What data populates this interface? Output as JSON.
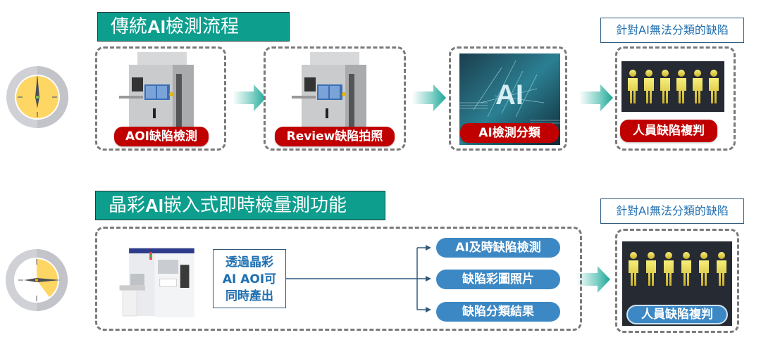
{
  "traditional": {
    "title_prefix": "傳統",
    "title_bold": "AI",
    "title_suffix": "檢測流程",
    "clock": {
      "icon": "clock-icon",
      "elapsed_fraction": 1.0,
      "face_color": "#fdd663"
    },
    "steps": [
      {
        "label": "AOI缺陷檢測",
        "image": "aoi-machine"
      },
      {
        "label": "Review缺陷拍照",
        "image": "review-machine"
      },
      {
        "label": "AI檢測分類",
        "image": "ai-chip"
      },
      {
        "label": "人員缺陷複判",
        "image": "people-group"
      }
    ],
    "note": "針對AI無法分類的缺陷"
  },
  "embedded": {
    "title_prefix": "晶彩",
    "title_bold": "AI",
    "title_suffix": "嵌入式即時檢量測功能",
    "clock": {
      "icon": "clock-icon",
      "elapsed_fraction": 0.42,
      "face_color": "#fdd663"
    },
    "source_text": [
      "透過晶彩",
      "AI AOI可",
      "同時產出"
    ],
    "outputs": [
      "AI及時缺陷檢測",
      "缺陷彩圖照片",
      "缺陷分類結果"
    ],
    "review_label": "人員缺陷複判",
    "note": "針對AI無法分類的缺陷"
  },
  "colors": {
    "banner": "#0e9e8e",
    "red_label": "#c00000",
    "blue_label": "#3c88c5",
    "note_text": "#1f6fb0",
    "arrow": "#2ab0a0"
  }
}
